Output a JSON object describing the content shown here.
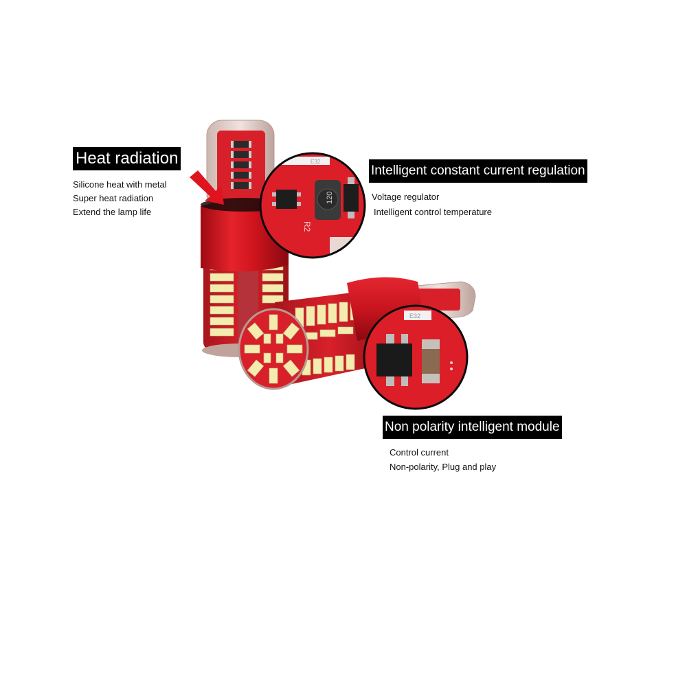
{
  "callouts": {
    "heat": {
      "title": "Heat radiation",
      "lines": [
        "Silicone heat with metal",
        "Super heat radiation",
        "Extend the lamp life"
      ]
    },
    "regulation": {
      "title": "Intelligent constant current regulation",
      "lines": [
        "Voltage regulator",
        "Intelligent control temperature"
      ]
    },
    "polarity": {
      "title": "Non polarity intelligent module",
      "lines": [
        "Control current",
        "Non-polarity, Plug and play"
      ]
    }
  },
  "pcb_markings": {
    "inductor": "120",
    "resistor": "R2",
    "chip_left": "E32",
    "chip_right": "E32"
  },
  "colors": {
    "pcb_red": "#d8202a",
    "silicone": "#e8d6d2",
    "metal_red": "#c8141e",
    "led_yellow": "#f4ecae",
    "label_bg": "#000000",
    "label_text": "#ffffff"
  }
}
